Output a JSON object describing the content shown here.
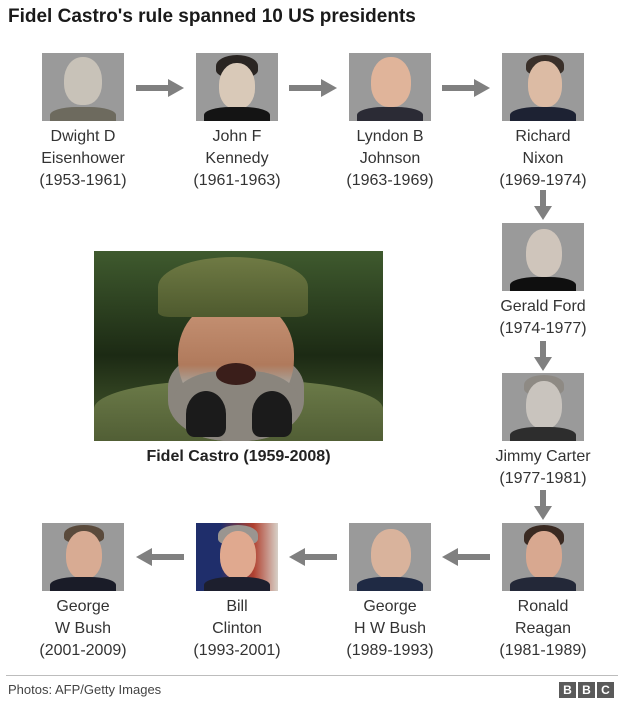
{
  "title": "Fidel Castro's rule spanned 10 US presidents",
  "presidents": [
    {
      "name1": "Dwight D",
      "name2": "Eisenhower",
      "years": "(1953-1961)"
    },
    {
      "name1": "John F",
      "name2": "Kennedy",
      "years": "(1961-1963)"
    },
    {
      "name1": "Lyndon B",
      "name2": "Johnson",
      "years": "(1963-1969)"
    },
    {
      "name1": "Richard",
      "name2": "Nixon",
      "years": "(1969-1974)"
    },
    {
      "name1": "Gerald Ford",
      "name2": "",
      "years": "(1974-1977)"
    },
    {
      "name1": "Jimmy Carter",
      "name2": "",
      "years": "(1977-1981)"
    },
    {
      "name1": "Ronald",
      "name2": "Reagan",
      "years": "(1981-1989)"
    },
    {
      "name1": "George",
      "name2": "H W Bush",
      "years": "(1989-1993)"
    },
    {
      "name1": "Bill",
      "name2": "Clinton",
      "years": "(1993-2001)"
    },
    {
      "name1": "George",
      "name2": "W Bush",
      "years": "(2001-2009)"
    }
  ],
  "castro": {
    "caption": "Fidel Castro (1959-2008)"
  },
  "footer": {
    "credit": "Photos: AFP/Getty Images",
    "logo": [
      "B",
      "B",
      "C"
    ]
  },
  "colors": {
    "arrow": "#808080",
    "text": "#333333"
  },
  "icons": {
    "arrow": "arrow-icon"
  }
}
